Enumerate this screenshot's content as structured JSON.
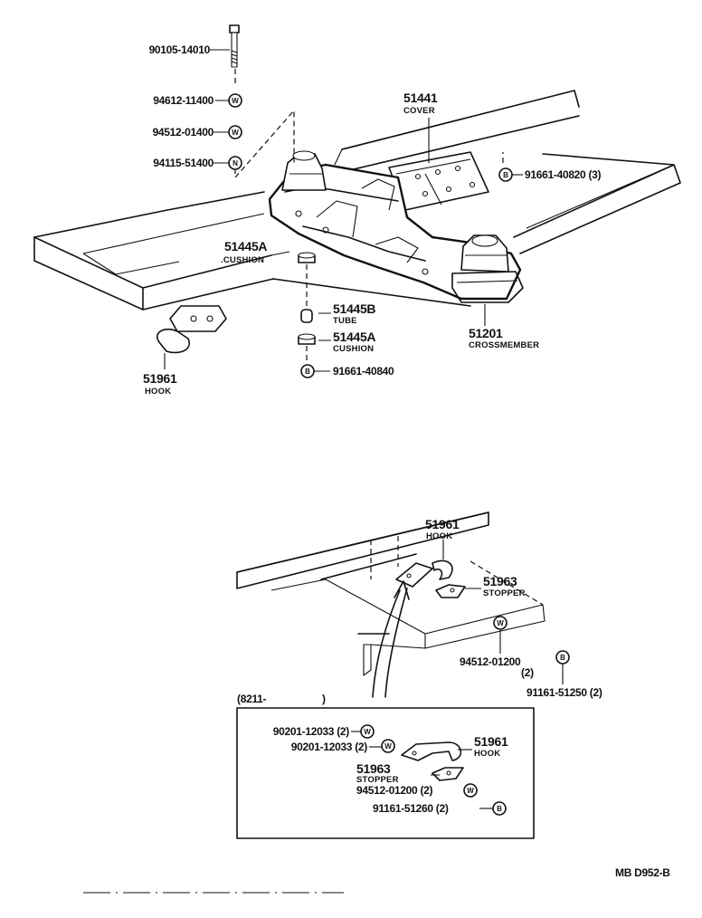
{
  "footer_code": "MB  D952-B",
  "top": {
    "bolt": {
      "part": "90105-14010"
    },
    "washer1": {
      "part": "94612-11400",
      "symbol": "W"
    },
    "washer2": {
      "part": "94512-01400",
      "symbol": "W"
    },
    "nut": {
      "part": "94115-51400",
      "symbol": "N"
    },
    "cover": {
      "part": "51441",
      "name": "COVER"
    },
    "cover_bolt": {
      "part": "91661-40820 (3)",
      "symbol": "B"
    },
    "cushion_a_upper": {
      "part": "51445A",
      "name": ".CUSHION"
    },
    "tube": {
      "part": "51445B",
      "name": "TUBE"
    },
    "cushion_a_lower": {
      "part": "51445A",
      "name": "CUSHION"
    },
    "lower_bolt": {
      "part": "91661-40840",
      "symbol": "B"
    },
    "crossmember": {
      "part": "51201",
      "name": "CROSSMEMBER"
    },
    "hook": {
      "part": "51961",
      "name": "HOOK"
    }
  },
  "bottom": {
    "hook": {
      "part": "51961",
      "name": "HOOK"
    },
    "stopper": {
      "part": "51963",
      "name": "STOPPER"
    },
    "washer": {
      "part": "94512-01200",
      "qty": "(2)",
      "symbol": "W"
    },
    "bolt": {
      "part": "91161-51250 (2)",
      "symbol": "B"
    }
  },
  "inset": {
    "label": "(8211-",
    "label_close": ")",
    "washer_a": {
      "part": "90201-12033 (2)",
      "symbol": "W"
    },
    "washer_b": {
      "part": "90201-12033 (2)",
      "symbol": "W"
    },
    "hook": {
      "part": "51961",
      "name": "HOOK"
    },
    "stopper": {
      "part": "51963",
      "name": "STOPPER"
    },
    "washer_c": {
      "part": "94512-01200 (2)",
      "symbol": "W"
    },
    "bolt": {
      "part": "91161-51260 (2)",
      "symbol": "B"
    }
  }
}
